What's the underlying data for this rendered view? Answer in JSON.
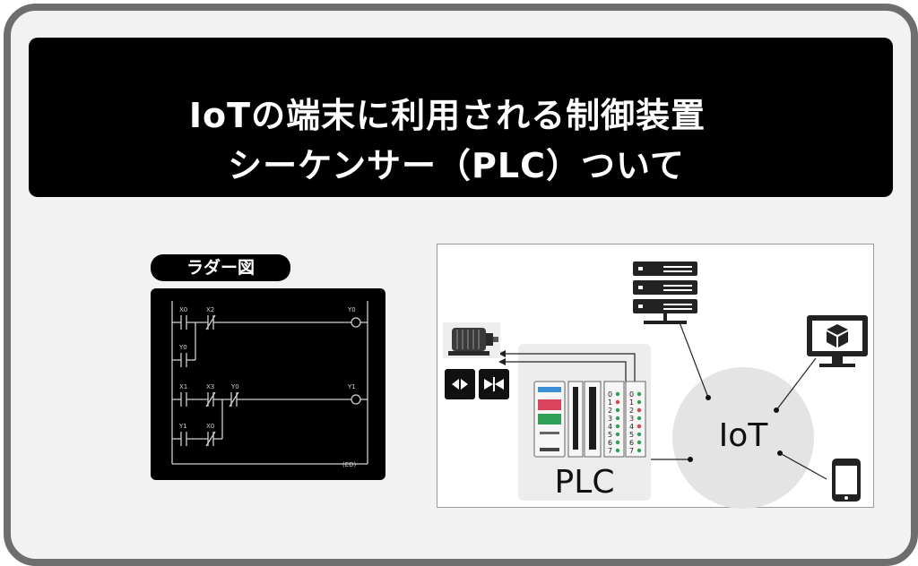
{
  "title": {
    "line1": "IoTの端末に利用される制御装置",
    "line2": "シーケンサー（PLC）ついて"
  },
  "ladder": {
    "label": "ラダー図",
    "contacts": [
      "X0",
      "X2",
      "Y0",
      "X1",
      "X3",
      "Y0",
      "Y1",
      "X0"
    ],
    "coils": [
      "Y0",
      "Y1"
    ],
    "end": "(ED)"
  },
  "diagram": {
    "plc_label": "PLC",
    "iot_label": "IoT",
    "io_numbers": [
      "0",
      "1",
      "2",
      "3",
      "4",
      "5",
      "6",
      "7"
    ]
  }
}
